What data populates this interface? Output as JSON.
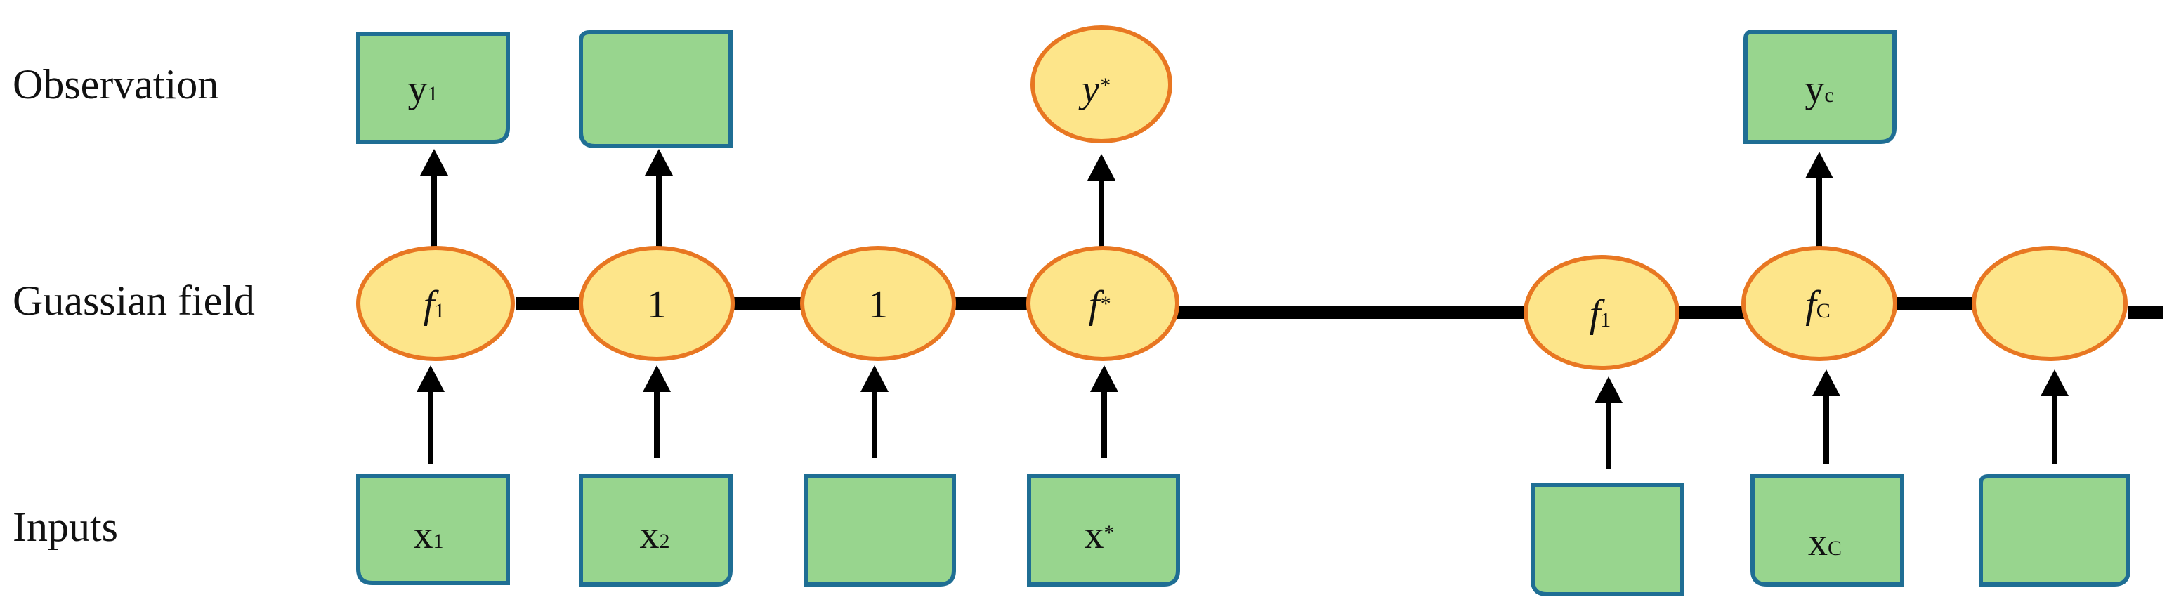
{
  "row_labels": {
    "observation": "Observation",
    "field": "Guassian field",
    "inputs": "Inputs"
  },
  "observations": [
    {
      "main": "y",
      "sub": "1",
      "shape": "box",
      "italic": false
    },
    {
      "main": "",
      "sub": "",
      "shape": "box",
      "italic": false
    },
    {
      "main": "y",
      "sub": "*",
      "shape": "ellipse",
      "italic": true
    },
    {
      "main": "y",
      "sub": "c",
      "shape": "box",
      "italic": false
    }
  ],
  "field_nodes": [
    {
      "main": "f",
      "sub": "1",
      "italic": true
    },
    {
      "main": "1",
      "sub": "",
      "italic": false
    },
    {
      "main": "1",
      "sub": "",
      "italic": false
    },
    {
      "main": "f",
      "sub": "*",
      "italic": true
    },
    {
      "main": "f",
      "sub": "1",
      "italic": true
    },
    {
      "main": "f",
      "sub": "C",
      "italic": true
    },
    {
      "main": "",
      "sub": "",
      "italic": false
    }
  ],
  "inputs": [
    {
      "main": "x",
      "sub": "1"
    },
    {
      "main": "x",
      "sub": "2"
    },
    {
      "main": "",
      "sub": ""
    },
    {
      "main": "x",
      "sub": "*"
    },
    {
      "main": "",
      "sub": ""
    },
    {
      "main": "x",
      "sub": "C"
    },
    {
      "main": "",
      "sub": ""
    }
  ],
  "colors": {
    "box_fill": "#98d58e",
    "box_stroke": "#1f6e94",
    "node_fill": "#fde58a",
    "node_stroke": "#e87722"
  }
}
